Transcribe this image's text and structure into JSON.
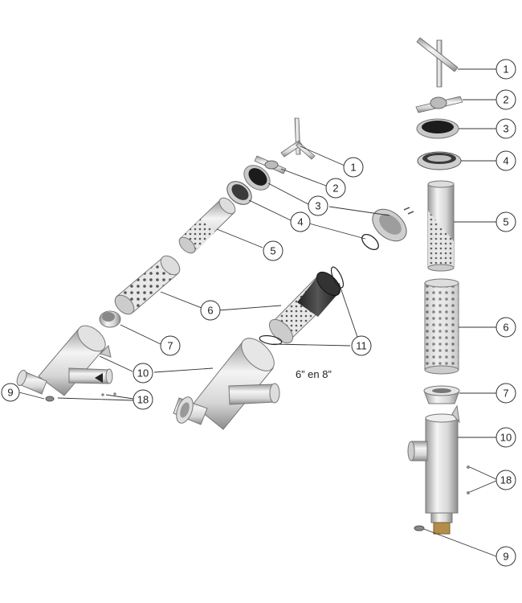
{
  "caption": "6” en  8”",
  "callouts": {
    "left": [
      {
        "id": "L1",
        "label": "1"
      },
      {
        "id": "L2",
        "label": "2"
      },
      {
        "id": "L3",
        "label": "3"
      },
      {
        "id": "L4",
        "label": "4"
      },
      {
        "id": "L5",
        "label": "5"
      },
      {
        "id": "L6",
        "label": "6"
      },
      {
        "id": "L7",
        "label": "7"
      },
      {
        "id": "L10",
        "label": "10"
      },
      {
        "id": "L11",
        "label": "11"
      },
      {
        "id": "L9",
        "label": "9"
      },
      {
        "id": "L18",
        "label": "18"
      }
    ],
    "right": [
      {
        "id": "R1",
        "label": "1"
      },
      {
        "id": "R2",
        "label": "2"
      },
      {
        "id": "R3",
        "label": "3"
      },
      {
        "id": "R4",
        "label": "4"
      },
      {
        "id": "R5",
        "label": "5"
      },
      {
        "id": "R6",
        "label": "6"
      },
      {
        "id": "R7",
        "label": "7"
      },
      {
        "id": "R10",
        "label": "10"
      },
      {
        "id": "R18",
        "label": "18"
      },
      {
        "id": "R9",
        "label": "9"
      }
    ]
  }
}
